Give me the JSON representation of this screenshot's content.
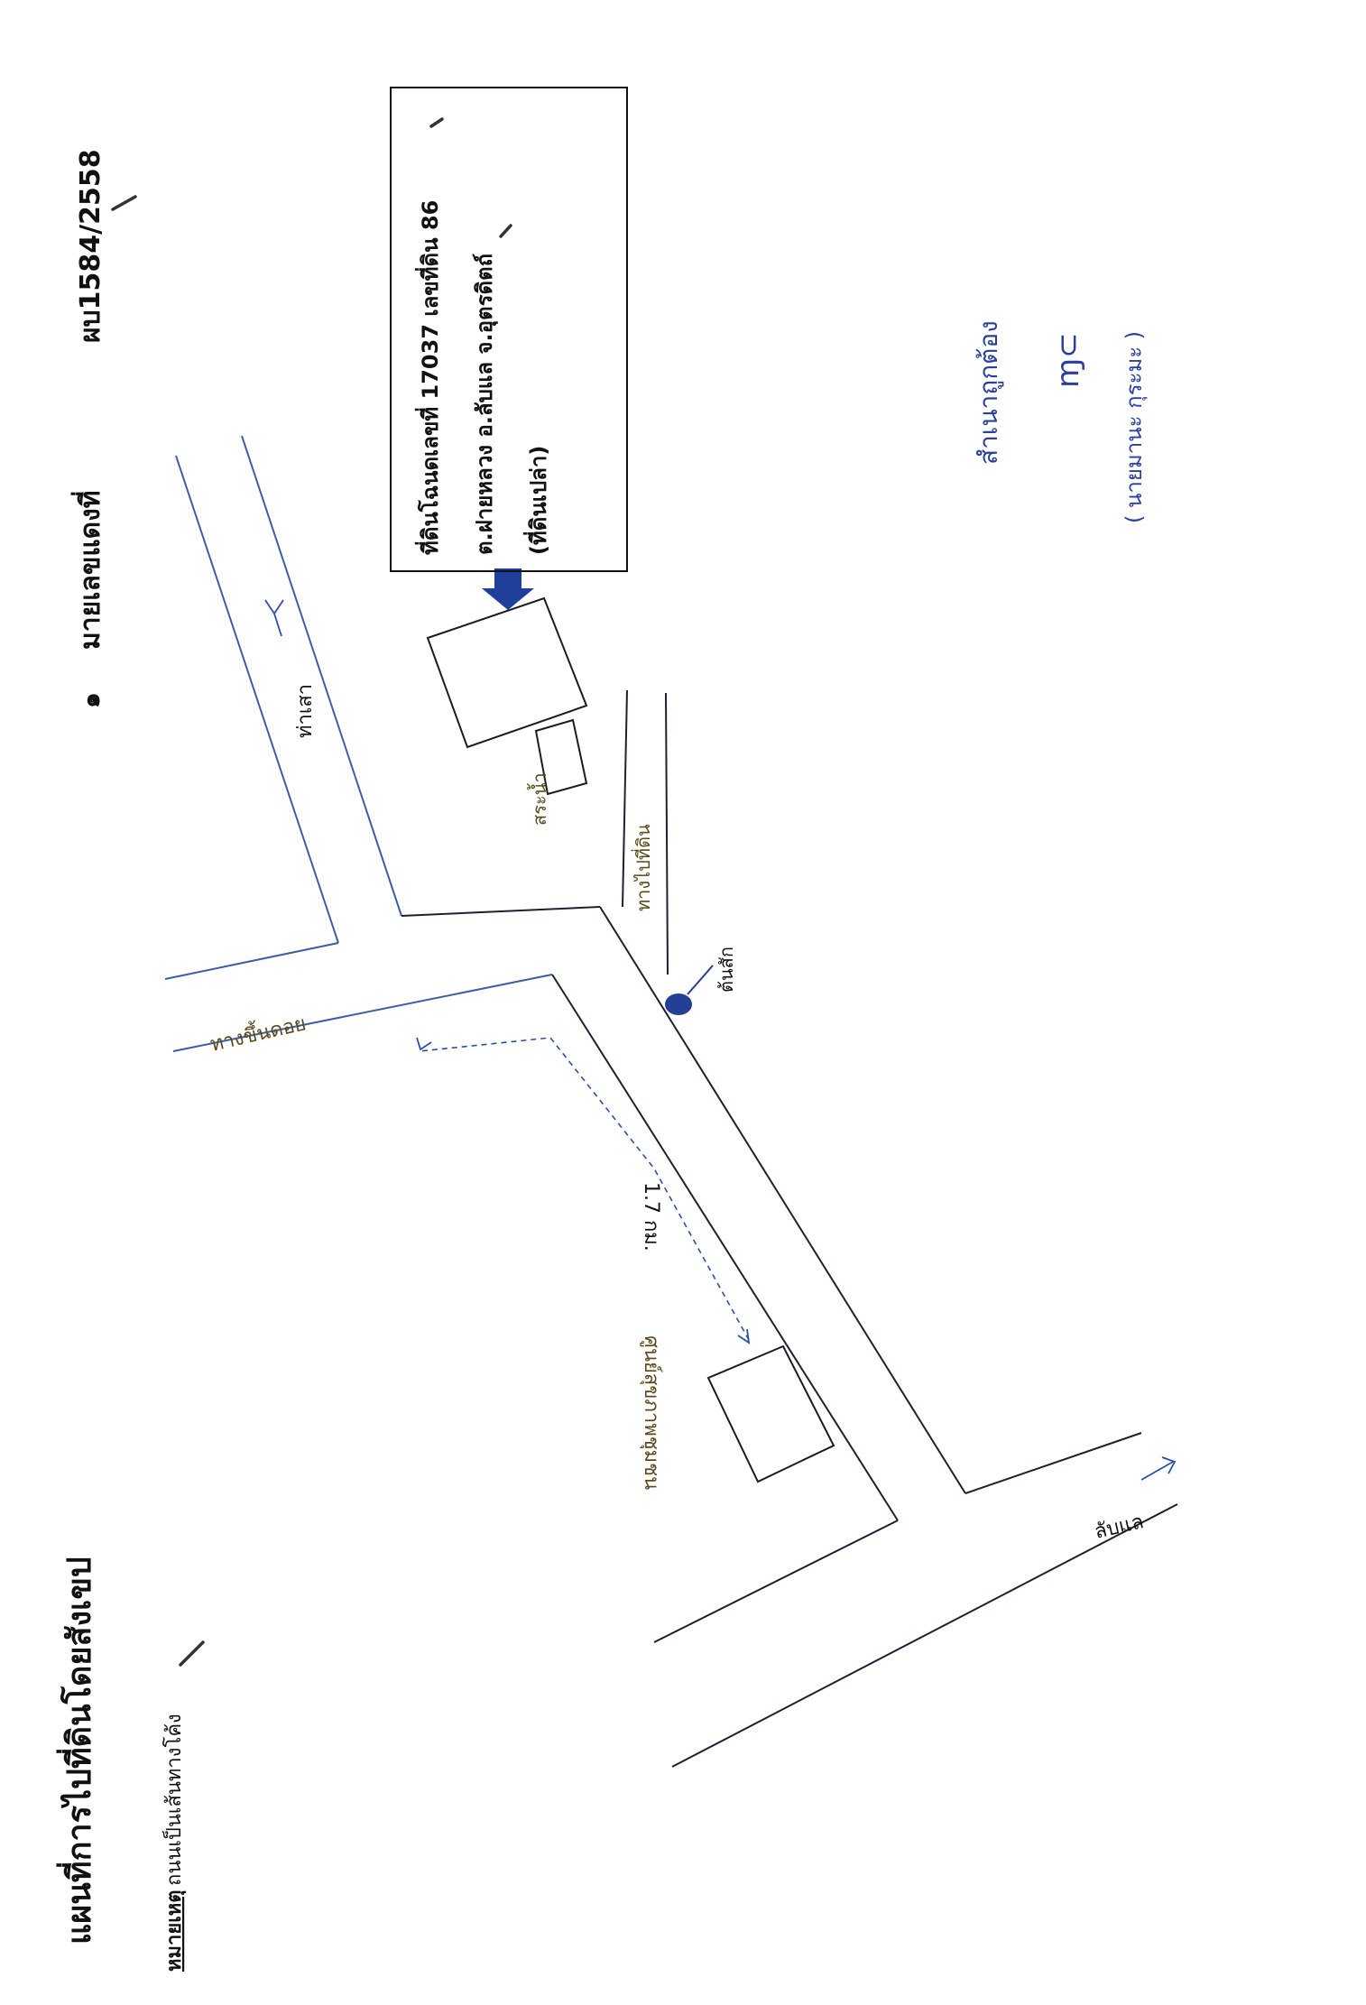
{
  "title": "แผนที่การไปที่ดินโดยสังเขป",
  "note": {
    "label": "หมายเหตุ",
    "text": "ถนนเป็นเส้นทางโค้ง"
  },
  "red_number": {
    "prefix": "๑",
    "label": "มายเลขแดงที่",
    "value": "ผบ1584/2558"
  },
  "land_box": {
    "line1": "ที่ดินโฉนดเลขที่ 17037 เลขที่ดิน 86",
    "line2": "ต.ฝายหลวง อ.ลับแล จ.อุตรดิตถ์",
    "line3": "(ที่ดินเปล่า)"
  },
  "places": {
    "tha_sao": "ท่าเสา",
    "khuen_doi": "ทางขึ้นดอย",
    "pond": "สระน้ำ",
    "to_land": "ทางไปที่ดิน",
    "stake": "ต้นสัก",
    "distance": "1.7 กม.",
    "health_center": "ศูนย์สุขภาพชุมชน",
    "laplae": "ลับแล"
  },
  "certify": {
    "heading": "สำเนาถูกต้อง",
    "signature": "ɱ⊂",
    "name": "( นายมานะ  กุระมะ )"
  },
  "colors": {
    "ink": "#111111",
    "road": "#1c2233",
    "route_blue": "#2a50a3",
    "arrow_fill": "#1f3f9a",
    "handwriting": "#2b3f9e",
    "label_brown": "#5b4a1a"
  }
}
